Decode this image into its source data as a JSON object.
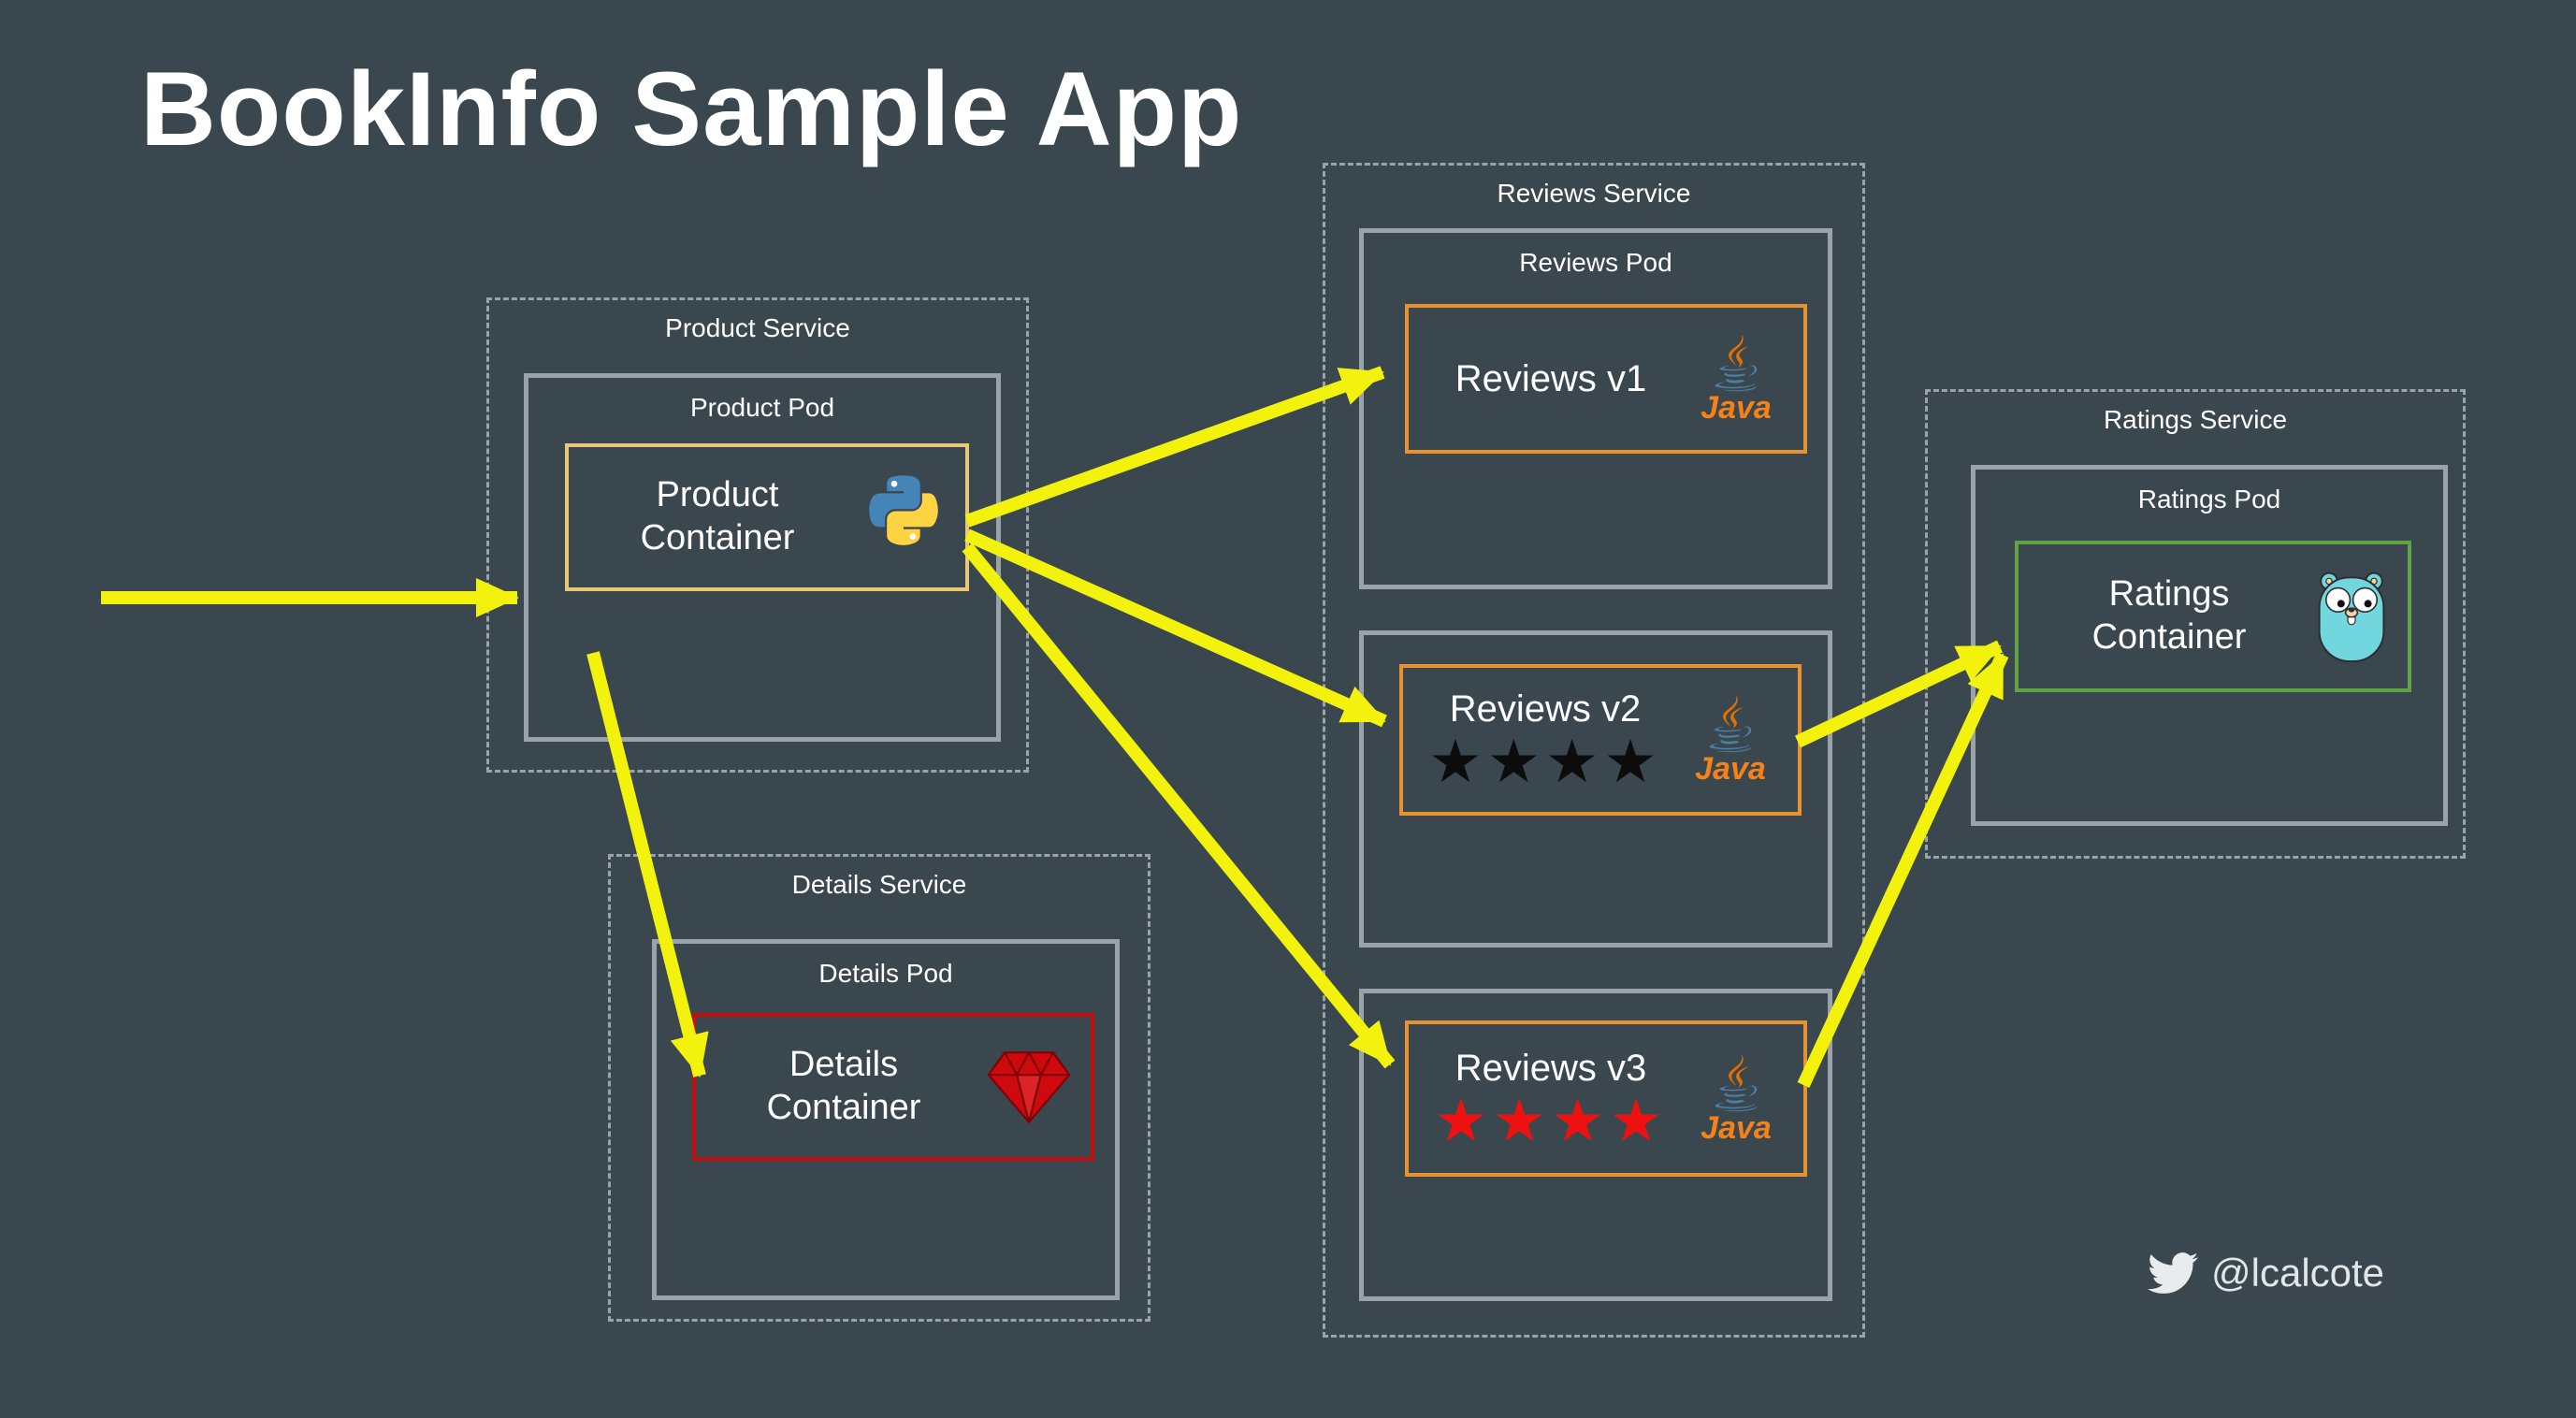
{
  "title": "BookInfo Sample App",
  "footer": {
    "handle": "@lcalcote",
    "icon": "twitter-bird-icon"
  },
  "colors": {
    "bg": "#3a474e",
    "text_white": "#ffffff",
    "border_gray": "#9aa3a7",
    "arrow_yellow": "#f2f20c",
    "product_border": "#e9c878",
    "details_border": "#c40f0f",
    "reviews_border": "#e8922f",
    "ratings_border": "#60a347",
    "stars_dark": "#0c0c0c",
    "stars_red": "#ee1111",
    "java_orange": "#f58219",
    "handle_gray": "#e2e6e7"
  },
  "services": {
    "product": {
      "label": "Product Service",
      "pod": {
        "label": "Product Pod",
        "container": {
          "label": "Product Container",
          "icon": "python-icon"
        }
      }
    },
    "details": {
      "label": "Details Service",
      "pod": {
        "label": "Details Pod",
        "container": {
          "label": "Details Container",
          "icon": "ruby-icon"
        }
      }
    },
    "reviews": {
      "label": "Reviews Service",
      "pods": [
        {
          "label": "Reviews Pod",
          "container": {
            "label": "Reviews v1",
            "icon": "java-icon",
            "java_label": "Java",
            "stars": ""
          }
        },
        {
          "label": "",
          "container": {
            "label": "Reviews v2",
            "icon": "java-icon",
            "java_label": "Java",
            "stars": "★★★★"
          }
        },
        {
          "label": "",
          "container": {
            "label": "Reviews v3",
            "icon": "java-icon",
            "java_label": "Java",
            "stars": "★★★★"
          }
        }
      ]
    },
    "ratings": {
      "label": "Ratings Service",
      "pod": {
        "label": "Ratings Pod",
        "container": {
          "label": "Ratings Container",
          "icon": "gopher-icon"
        }
      }
    }
  },
  "edges": [
    {
      "from": "ingress",
      "to": "product-container"
    },
    {
      "from": "product-container",
      "to": "reviews-v1"
    },
    {
      "from": "product-container",
      "to": "reviews-v2"
    },
    {
      "from": "product-container",
      "to": "reviews-v3"
    },
    {
      "from": "product-container",
      "to": "details-container"
    },
    {
      "from": "reviews-v2",
      "to": "ratings-container"
    },
    {
      "from": "reviews-v3",
      "to": "ratings-container"
    }
  ]
}
